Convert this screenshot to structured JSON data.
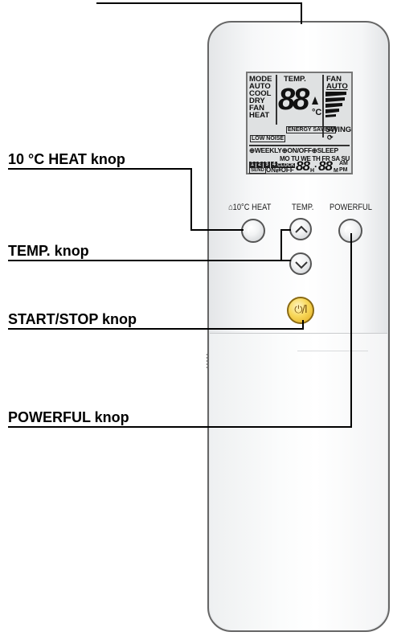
{
  "callouts": {
    "heat10": "10 °C HEAT knop",
    "temp": "TEMP. knop",
    "startstop": "START/STOP knop",
    "powerful": "POWERFUL knop"
  },
  "buttons": {
    "heat10_label": "10°C HEAT",
    "heat10_icon_glyph": "⌂",
    "temp_label": "TEMP.",
    "powerful_label": "POWERFUL",
    "power_glyph": "⏻/I"
  },
  "lcd": {
    "mode_title": "MODE",
    "modes": [
      "AUTO",
      "COOL",
      "DRY",
      "FAN",
      "HEAT"
    ],
    "temp_title": "TEMP.",
    "temp_digits": "88",
    "temp_unit": "°C",
    "fan_title": "FAN",
    "fan_auto": "AUTO",
    "energy_saving": "ENERGY SAVING",
    "low_noise": "LOW NOISE",
    "swing": "SWING",
    "timers": "⊕WEEKLY⊕ON/OFF⊕SLEEP",
    "days_numbers": [
      "1",
      "2",
      "3",
      "4"
    ],
    "days": "MO TU WE TH FR SA SU",
    "send": "SEND",
    "clock": "CLOCK",
    "on_off": "ON⇄OFF",
    "time_digits_hours": "88",
    "time_h": "H",
    "time_digits_minutes": "88",
    "time_m": "M",
    "am": "AM",
    "pm": "PM"
  },
  "colors": {
    "lcd_background": "#dfe1e2",
    "power_button": "#f5c842",
    "remote_outline": "#666666"
  }
}
